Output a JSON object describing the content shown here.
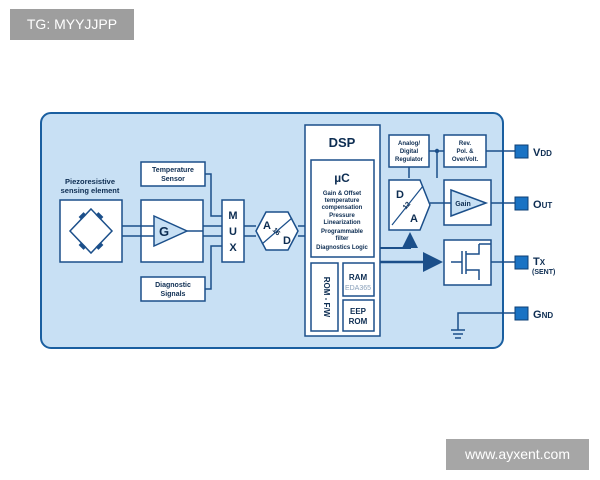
{
  "watermarks": {
    "top": "TG: MYYJJPP",
    "bottom": "www.ayxent.com"
  },
  "diagram": {
    "piezo": {
      "line1": "Piezoresistive",
      "line2": "sensing element"
    },
    "temp_sensor": {
      "line1": "Temperature",
      "line2": "Sensor"
    },
    "diag_signals": {
      "line1": "Diagnostic",
      "line2": "Signals"
    },
    "amp_label": "G",
    "mux": [
      "M",
      "U",
      "X"
    ],
    "adc": {
      "a": "A",
      "bits": "16",
      "d": "D"
    },
    "dsp": {
      "title": "DSP",
      "uc": "µC",
      "features": [
        "Gain & Offset",
        "temperature",
        "compensation",
        "Pressure",
        "Linearization",
        "Programmable",
        "filter",
        "Diagnostics Logic"
      ],
      "rom": "ROM - F/W",
      "ram": "RAM",
      "ram_overlay": "EDA365",
      "eep": [
        "EEP",
        "ROM"
      ]
    },
    "regulator": [
      "Analog/",
      "Digital",
      "Regulator"
    ],
    "rev_pol": [
      "Rev.",
      "Pol. &",
      "OverVolt."
    ],
    "dac": {
      "d": "D",
      "bits": "12",
      "a": "A"
    },
    "gain": "Gain",
    "pins": {
      "vdd": {
        "main": "V",
        "sub": "DD"
      },
      "out": {
        "main": "O",
        "sub": "UT"
      },
      "tx": {
        "main": "T",
        "sub": "X",
        "note": "(SENT)"
      },
      "gnd": {
        "main": "G",
        "sub": "ND"
      }
    },
    "colors": {
      "panel_fill": "#c8e0f4",
      "panel_stroke": "#1a5fa0",
      "line": "#1b4f8a",
      "pin": "#1a73c4",
      "text": "#0d2d52"
    }
  }
}
